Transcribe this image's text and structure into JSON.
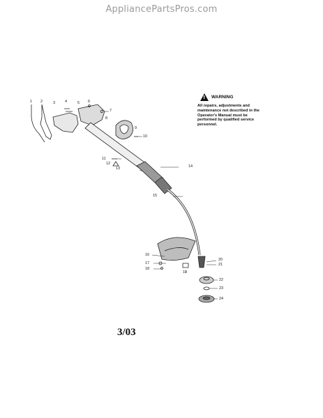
{
  "site": {
    "title": "AppliancePartsPros.com"
  },
  "warning": {
    "title": "WARNING",
    "text": "All repairs, adjustments and maintenance not described in the Operator's Manual must be performed by qualified service personnel."
  },
  "callouts": [
    "1",
    "2",
    "3",
    "4",
    "5",
    "6",
    "7",
    "8",
    "9",
    "10",
    "11",
    "12",
    "13",
    "14",
    "15",
    "16",
    "17",
    "18",
    "19",
    "20",
    "21",
    "22",
    "23",
    "24"
  ],
  "date_code": "3/03",
  "icons": {
    "warning": "warning-triangle-icon"
  }
}
